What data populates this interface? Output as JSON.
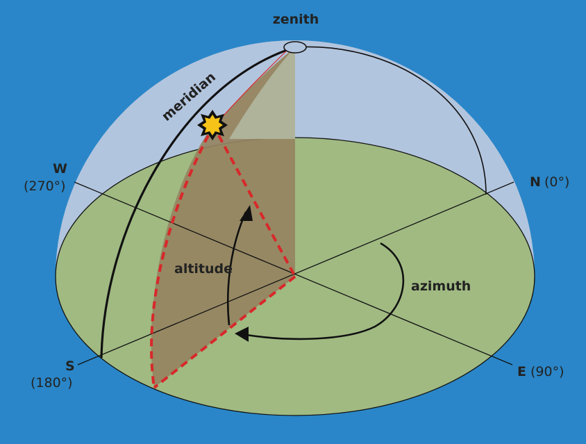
{
  "diagram": {
    "labels": {
      "zenith": "zenith",
      "meridian": "meridian",
      "altitude": "altitude",
      "azimuth": "azimuth",
      "north": "N",
      "north_deg": "(0°)",
      "east": "E",
      "east_deg": "(90°)",
      "south": "S",
      "south_deg": "(180°)",
      "west": "W",
      "west_deg": "(270°)"
    },
    "icons": {
      "star": "star-icon",
      "zenith_marker": "ellipse-marker"
    },
    "colors": {
      "background": "#2a86c8",
      "sky_dome": "#b2c5de",
      "ground_plane": "#a0ba82",
      "shaded_wedge": "#958361",
      "dashed_lines": "#d8282a",
      "star_fill": "#f6c318",
      "lines": "#111111"
    }
  }
}
